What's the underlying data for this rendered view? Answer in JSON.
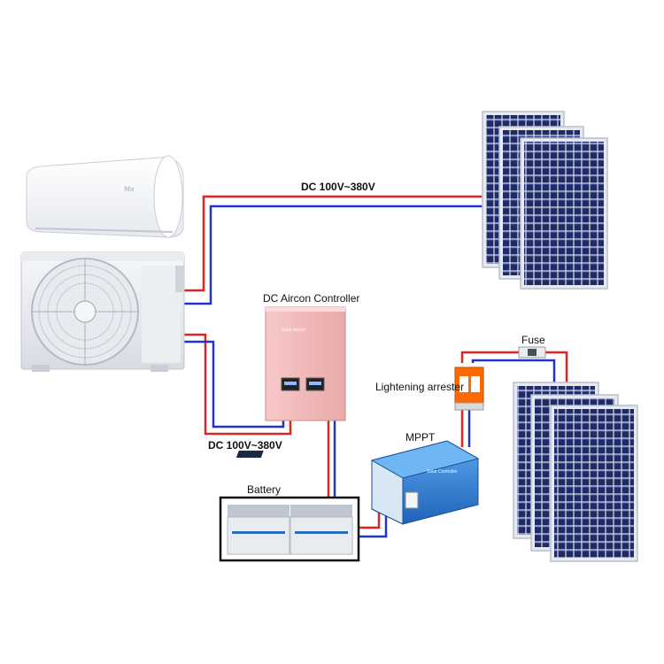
{
  "labels": {
    "dc_top": "DC 100V~380V",
    "dc_bottom": "DC 100V~380V",
    "controller": "DC Aircon Controller",
    "fuse": "Fuse",
    "arrester": "Lightening arrester",
    "mppt": "MPPT",
    "battery": "Battery"
  },
  "device_text": {
    "controller_brand": "Solar Aircon",
    "mppt_brand": "Solar Controller"
  },
  "colors": {
    "positive_wire": "#e02424",
    "negative_wire": "#2233cc",
    "controller_body": "#f3b8b8",
    "panel_cell": "#23306b",
    "mppt_body": "#2f7fd0",
    "arrester_body": "#ff6a00"
  },
  "icons": {
    "indoor_unit": "split-ac-indoor-unit-icon",
    "outdoor_unit": "ac-outdoor-unit-icon",
    "solar_panel": "solar-panel-icon",
    "battery": "battery-icon",
    "mppt": "mppt-charge-controller-icon",
    "fuse": "fuse-icon",
    "arrester": "lightning-arrester-icon"
  }
}
